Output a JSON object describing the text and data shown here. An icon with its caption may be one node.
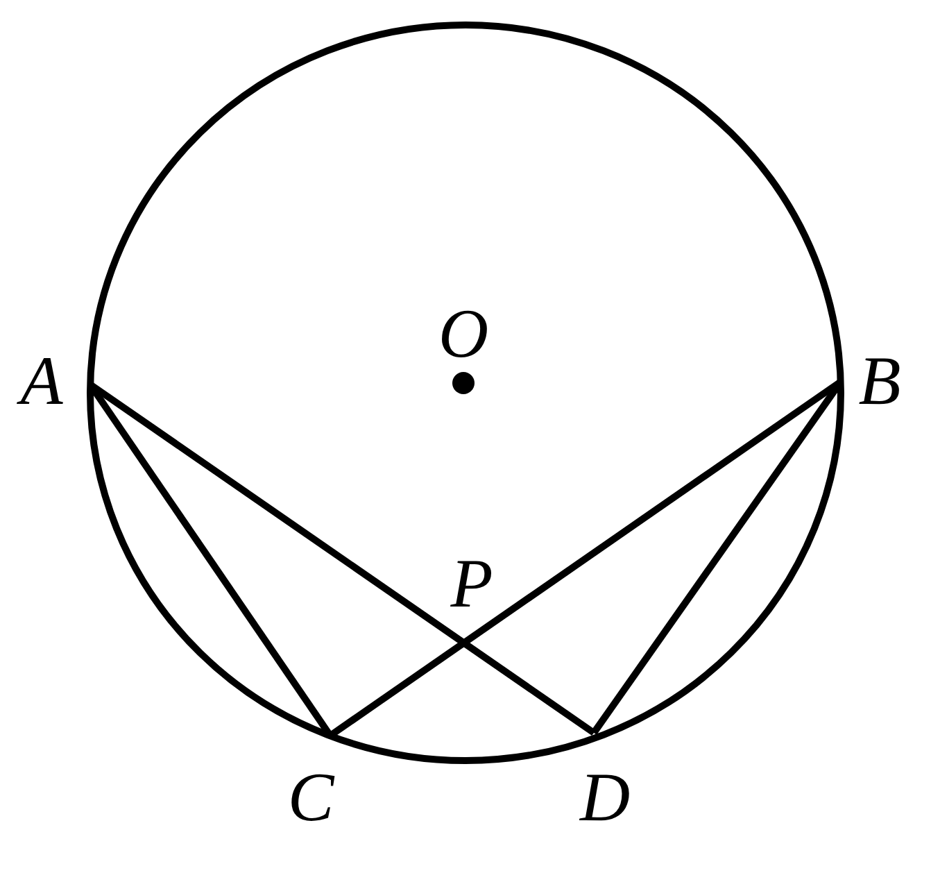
{
  "diagram": {
    "nodes": [
      {
        "text": [
          "A"
        ]
      },
      {
        "text": [
          "B"
        ]
      },
      {
        "text": [
          "C"
        ]
      },
      {
        "text": [
          "D"
        ]
      }
    ],
    "edges": [
      {
        "from": 0,
        "to": 2,
        "arrow": "none"
      },
      {
        "from": 0,
        "to": 3,
        "arrow": "none"
      },
      {
        "from": 1,
        "to": 2,
        "arrow": "none"
      },
      {
        "from": 1,
        "to": 3,
        "arrow": "none"
      }
    ],
    "labels": [
      "O",
      "P"
    ]
  }
}
